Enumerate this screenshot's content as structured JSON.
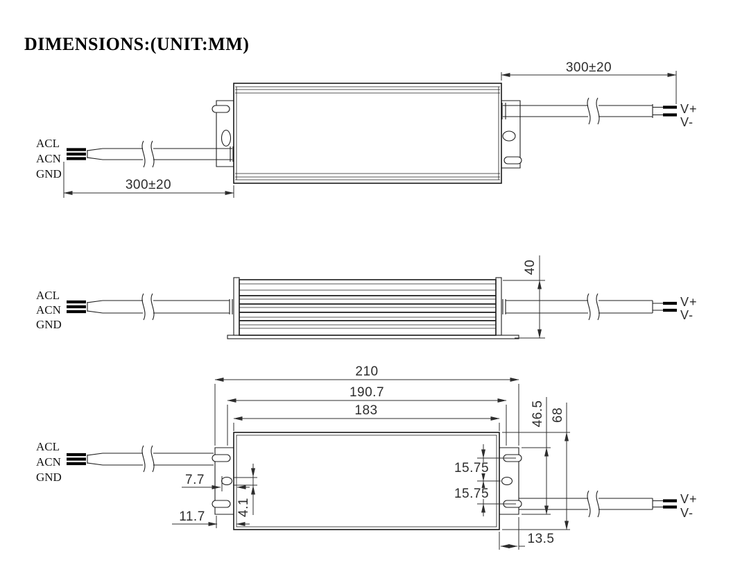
{
  "title": "DIMENSIONS:(UNIT:MM)",
  "labels": {
    "input": [
      "ACL",
      "ACN",
      "GND"
    ],
    "output_pos": "V+",
    "output_neg": "V-"
  },
  "views": {
    "top": {
      "input_cable_length": "300±20",
      "output_cable_length": "300±20"
    },
    "side": {
      "body_height": "40"
    },
    "bottom": {
      "overall_length": "210",
      "mounting_hole_pitch": "190.7",
      "body_length": "183",
      "bracket_slot_span": "46.5",
      "body_width": "68",
      "slot_pitch_upper": "15.75",
      "slot_pitch_lower": "15.75",
      "hole_edge_offset": "7.7",
      "slot_width": "4.1",
      "bracket_inset": "11.7",
      "bracket_width": "13.5"
    }
  }
}
